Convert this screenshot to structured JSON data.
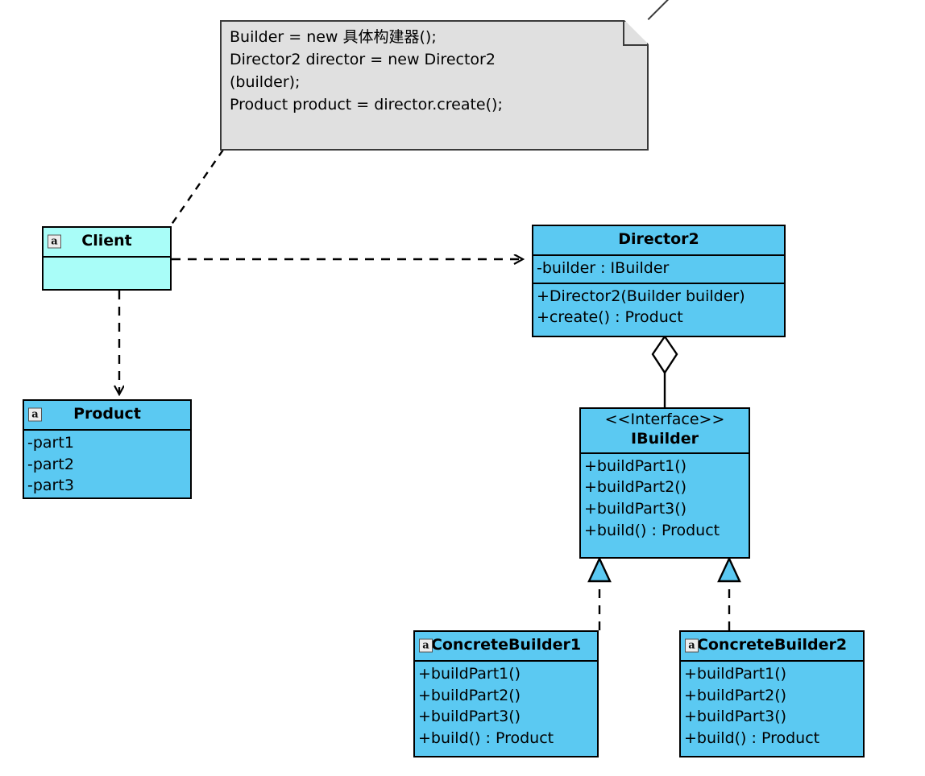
{
  "diagram": {
    "title": "Builder Pattern UML Class Diagram",
    "colors": {
      "class_fill": "#5BC9F2",
      "client_fill": "#A9FDF8",
      "note_fill": "#E0E0E0",
      "stroke": "#000000",
      "note_stroke": "#3A3A3A"
    }
  },
  "note": {
    "id": "client-code-note",
    "icon": "note-fold-icon",
    "text": "Builder = new 具体构建器();\nDirector2 director = new Director2\n(builder);\nProduct product = director.create();"
  },
  "classes": {
    "client": {
      "name": "Client",
      "marker": "a",
      "attributes": [],
      "operations": []
    },
    "product": {
      "name": "Product",
      "marker": "a",
      "attributes": [
        "-part1",
        "-part2",
        "-part3"
      ],
      "operations": []
    },
    "director2": {
      "name": "Director2",
      "marker": "",
      "attributes": [
        "-builder : IBuilder"
      ],
      "operations": [
        "+Director2(Builder builder)",
        "+create() : Product"
      ]
    },
    "ibuilder": {
      "stereotype": "<<Interface>>",
      "name": "IBuilder",
      "marker": "",
      "attributes": [],
      "operations": [
        "+buildPart1()",
        "+buildPart2()",
        "+buildPart3()",
        "+build() : Product"
      ]
    },
    "concrete_builder1": {
      "name": "ConcreteBuilder1",
      "marker": "a",
      "attributes": [],
      "operations": [
        "+buildPart1()",
        "+buildPart2()",
        "+buildPart3()",
        "+build() : Product"
      ]
    },
    "concrete_builder2": {
      "name": "ConcreteBuilder2",
      "marker": "a",
      "attributes": [],
      "operations": [
        "+buildPart1()",
        "+buildPart2()",
        "+buildPart3()",
        "+build() : Product"
      ]
    }
  },
  "relations": [
    {
      "id": "note-anchor",
      "from": "note",
      "to": "client",
      "type": "note-link",
      "label": ""
    },
    {
      "id": "client-uses-director2",
      "from": "Client",
      "to": "Director2",
      "type": "dependency",
      "label": ""
    },
    {
      "id": "client-uses-product",
      "from": "Client",
      "to": "Product",
      "type": "dependency",
      "label": ""
    },
    {
      "id": "director2-aggregates-ibuilder",
      "from": "Director2",
      "to": "IBuilder",
      "type": "aggregation",
      "label": ""
    },
    {
      "id": "cb1-realizes-ibuilder",
      "from": "ConcreteBuilder1",
      "to": "IBuilder",
      "type": "realization",
      "label": ""
    },
    {
      "id": "cb2-realizes-ibuilder",
      "from": "ConcreteBuilder2",
      "to": "IBuilder",
      "type": "realization",
      "label": ""
    }
  ]
}
